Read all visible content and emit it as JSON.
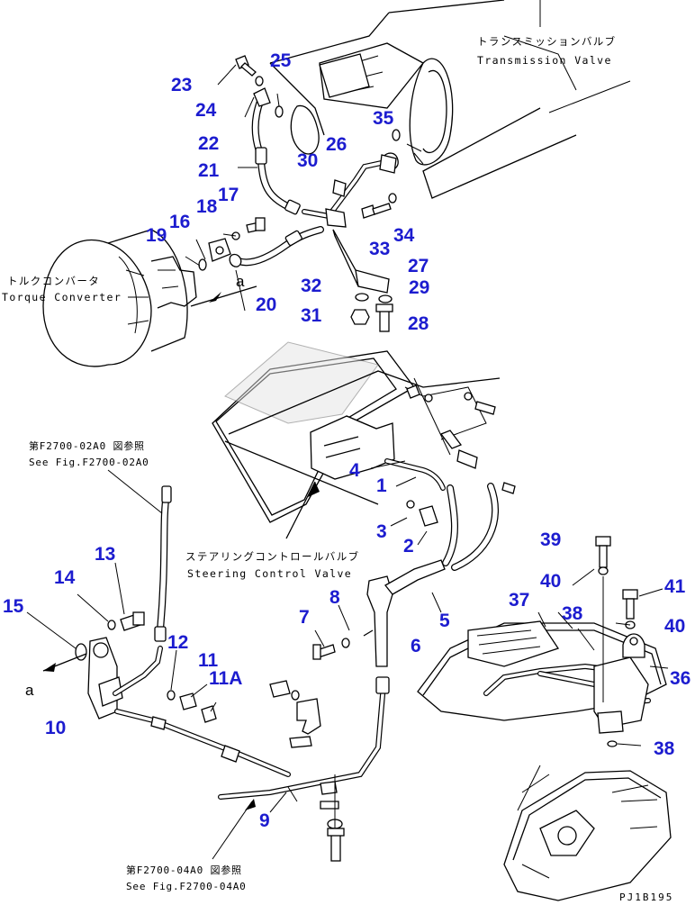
{
  "labels": {
    "transmission_valve_jp": "トランスミッションバルブ",
    "transmission_valve_en": "Transmission Valve",
    "torque_converter_jp": "トルクコンバータ",
    "torque_converter_en": "Torque Converter",
    "steering_valve_jp": "ステアリングコントロールバルブ",
    "steering_valve_en": "Steering Control Valve",
    "ref1_jp": "第F2700-02A0 図参照",
    "ref1_en": "See Fig.F2700-02A0",
    "ref2_jp": "第F2700-04A0 図参照",
    "ref2_en": "See Fig.F2700-04A0",
    "drawing_code": "PJ1B195",
    "view_arrow": "a"
  },
  "callouts": {
    "c1": "1",
    "c2": "2",
    "c3": "3",
    "c4": "4",
    "c5": "5",
    "c6": "6",
    "c7": "7",
    "c8": "8",
    "c9": "9",
    "c10": "10",
    "c11": "11",
    "c11a": "11A",
    "c12": "12",
    "c13": "13",
    "c14": "14",
    "c15": "15",
    "c16": "16",
    "c17": "17",
    "c18": "18",
    "c19": "19",
    "c20": "20",
    "c21": "21",
    "c22": "22",
    "c23": "23",
    "c24": "24",
    "c25": "25",
    "c26": "26",
    "c27": "27",
    "c28": "28",
    "c29": "29",
    "c30": "30",
    "c31": "31",
    "c32": "32",
    "c33": "33",
    "c34": "34",
    "c35": "35",
    "c36": "36",
    "c37": "37",
    "c38a": "38",
    "c38b": "38",
    "c39": "39",
    "c40a": "40",
    "c40b": "40",
    "c41": "41"
  },
  "colors": {
    "callout": "#1c1ccf",
    "line": "#000000",
    "background": "#ffffff"
  }
}
